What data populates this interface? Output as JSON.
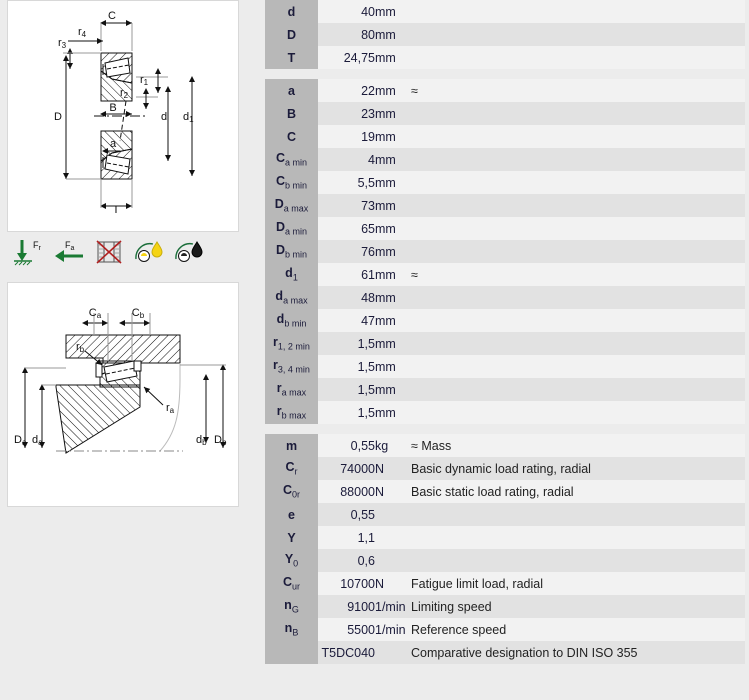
{
  "drawings": {
    "bearing_section": {
      "name": "tapered-roller-bearing-cross-section",
      "labels": [
        "C",
        "r4",
        "r3",
        "r1",
        "r2",
        "B",
        "D",
        "d",
        "d1",
        "a",
        "T"
      ]
    },
    "mounting_section": {
      "name": "bearing-mounting-dimensions",
      "labels": [
        "Ca",
        "Cb",
        "rb",
        "ra",
        "Da",
        "da",
        "db",
        "Db"
      ]
    }
  },
  "icons": [
    {
      "name": "radial-load-icon",
      "label": "Fr"
    },
    {
      "name": "axial-load-icon",
      "label": "Fa"
    },
    {
      "name": "not-sealed-icon",
      "label": ""
    },
    {
      "name": "oil-lubrication-icon",
      "label": ""
    },
    {
      "name": "grease-lubrication-icon",
      "label": ""
    }
  ],
  "tables": [
    {
      "name": "main-dimensions",
      "rows": [
        {
          "label": "d",
          "sub": "",
          "value": "40",
          "unit": "mm",
          "desc": ""
        },
        {
          "label": "D",
          "sub": "",
          "value": "80",
          "unit": "mm",
          "desc": ""
        },
        {
          "label": "T",
          "sub": "",
          "value": "24,75",
          "unit": "mm",
          "desc": ""
        }
      ]
    },
    {
      "name": "abutment-dimensions",
      "rows": [
        {
          "label": "a",
          "sub": "",
          "value": "22",
          "unit": "mm",
          "desc": "≈"
        },
        {
          "label": "B",
          "sub": "",
          "value": "23",
          "unit": "mm",
          "desc": ""
        },
        {
          "label": "C",
          "sub": "",
          "value": "19",
          "unit": "mm",
          "desc": ""
        },
        {
          "label": "C",
          "sub": "a min",
          "value": "4",
          "unit": "mm",
          "desc": ""
        },
        {
          "label": "C",
          "sub": "b min",
          "value": "5,5",
          "unit": "mm",
          "desc": ""
        },
        {
          "label": "D",
          "sub": "a max",
          "value": "73",
          "unit": "mm",
          "desc": ""
        },
        {
          "label": "D",
          "sub": "a min",
          "value": "65",
          "unit": "mm",
          "desc": ""
        },
        {
          "label": "D",
          "sub": "b min",
          "value": "76",
          "unit": "mm",
          "desc": ""
        },
        {
          "label": "d",
          "sub": "1",
          "value": "61",
          "unit": "mm",
          "desc": "≈"
        },
        {
          "label": "d",
          "sub": "a max",
          "value": "48",
          "unit": "mm",
          "desc": ""
        },
        {
          "label": "d",
          "sub": "b min",
          "value": "47",
          "unit": "mm",
          "desc": ""
        },
        {
          "label": "r",
          "sub": "1, 2 min",
          "value": "1,5",
          "unit": "mm",
          "desc": ""
        },
        {
          "label": "r",
          "sub": "3, 4 min",
          "value": "1,5",
          "unit": "mm",
          "desc": ""
        },
        {
          "label": "r",
          "sub": "a max",
          "value": "1,5",
          "unit": "mm",
          "desc": ""
        },
        {
          "label": "r",
          "sub": "b max",
          "value": "1,5",
          "unit": "mm",
          "desc": ""
        }
      ]
    },
    {
      "name": "performance-data",
      "rows": [
        {
          "label": "m",
          "sub": "",
          "value": "0,55",
          "unit": "kg",
          "desc": "≈ Mass"
        },
        {
          "label": "C",
          "sub": "r",
          "value": "74000",
          "unit": "N",
          "desc": "Basic dynamic load rating, radial"
        },
        {
          "label": "C",
          "sub": "0r",
          "value": "88000",
          "unit": "N",
          "desc": "Basic static load rating, radial"
        },
        {
          "label": "e",
          "sub": "",
          "value": "0,55",
          "unit": "",
          "desc": ""
        },
        {
          "label": "Y",
          "sub": "",
          "value": "1,1",
          "unit": "",
          "desc": ""
        },
        {
          "label": "Y",
          "sub": "0",
          "value": "0,6",
          "unit": "",
          "desc": ""
        },
        {
          "label": "C",
          "sub": "ur",
          "value": "10700",
          "unit": "N",
          "desc": "Fatigue limit load, radial"
        },
        {
          "label": "n",
          "sub": "G",
          "value": "9100",
          "unit": "1/min",
          "desc": "Limiting speed"
        },
        {
          "label": "n",
          "sub": "B",
          "value": "5500",
          "unit": "1/min",
          "desc": "Reference speed"
        },
        {
          "label": "",
          "sub": "",
          "value": "T5DC040",
          "unit": "",
          "desc": "Comparative designation to DIN ISO 355"
        }
      ]
    }
  ],
  "colors": {
    "page_bg": "#ececec",
    "label_cell": "#b8b8b8",
    "row_odd": "#f2f2f2",
    "row_even": "#e2e2e2",
    "text": "#1b1b3a",
    "icon_green": "#1a7a33",
    "icon_red": "#b02020",
    "icon_yellow": "#f5d414"
  }
}
